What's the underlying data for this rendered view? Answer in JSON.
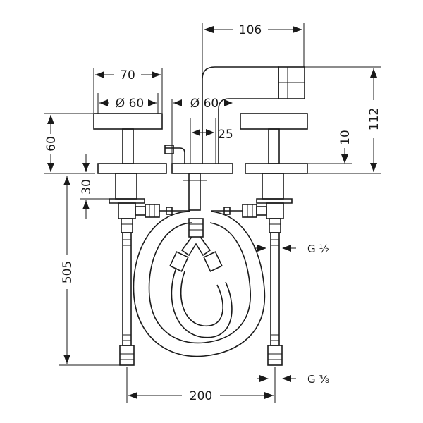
{
  "dimensions": {
    "spout_reach": "106",
    "handle_width": "70",
    "handle_diameter": "Ø 60",
    "spout_diameter": "Ø 60",
    "spout_base": "25",
    "handle_height": "60",
    "rosette_height": "10",
    "overall_height": "112",
    "shank_top": "30",
    "supply_length": "505",
    "connection_half": "G ½",
    "connection_three_eighths": "G ⅜",
    "centers": "200"
  }
}
